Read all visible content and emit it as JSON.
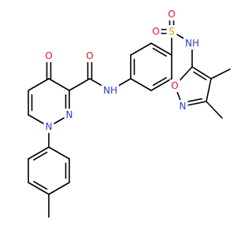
{
  "colors": {
    "bond": "#000000",
    "N": "#2a3bd8",
    "O": "#e8141d",
    "S": "#c9a800",
    "C": "#000000"
  },
  "atoms": [
    {
      "id": "o1",
      "label": "O",
      "element": "O"
    },
    {
      "id": "n1",
      "label": "N",
      "element": "N"
    },
    {
      "id": "n2",
      "label": "N",
      "element": "N"
    },
    {
      "id": "nh1",
      "label": "NH",
      "element": "N"
    },
    {
      "id": "o2",
      "label": "O",
      "element": "O"
    },
    {
      "id": "s1",
      "label": "S",
      "element": "S"
    },
    {
      "id": "o3",
      "label": "O",
      "element": "O"
    },
    {
      "id": "o4",
      "label": "O",
      "element": "O"
    },
    {
      "id": "nh2",
      "label": "NH",
      "element": "N"
    },
    {
      "id": "o5",
      "label": "O",
      "element": "O"
    },
    {
      "id": "n3",
      "label": "N",
      "element": "N"
    }
  ]
}
